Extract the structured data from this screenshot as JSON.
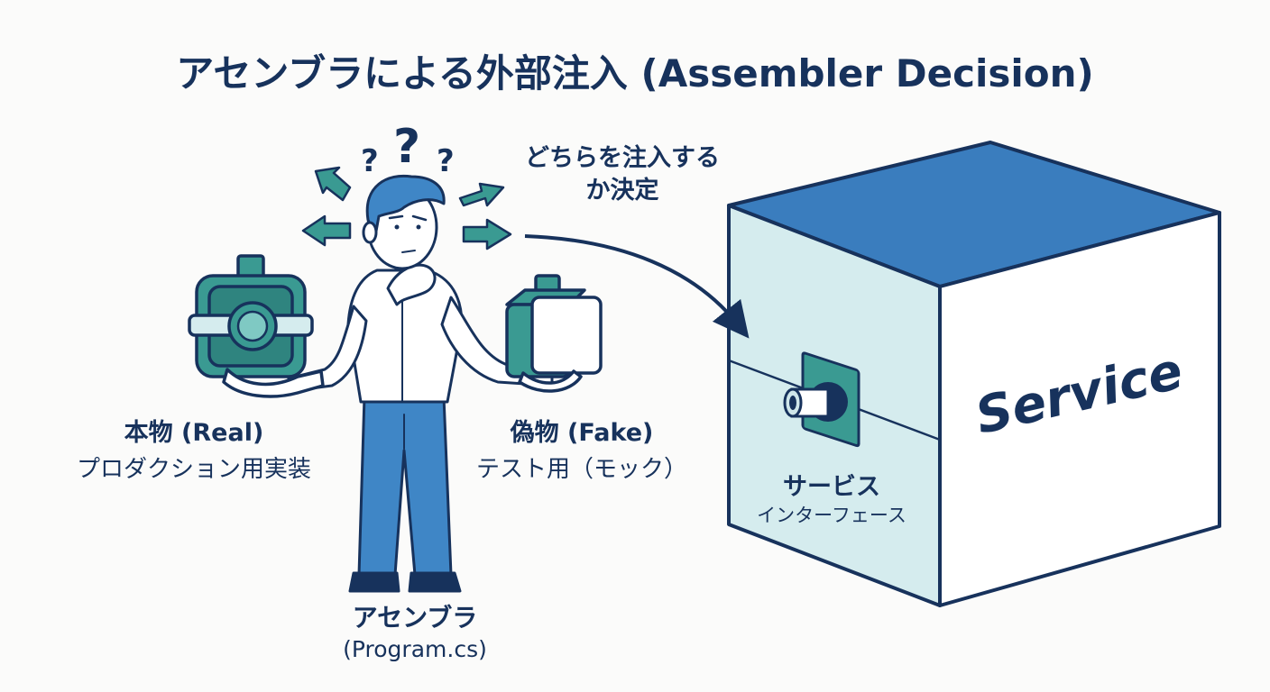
{
  "title": "アセンブラによる外部注入 (Assembler Decision)",
  "decision": {
    "line1": "どちらを注入する",
    "line2": "か決定",
    "question_marks": [
      "?",
      "?",
      "?"
    ]
  },
  "real": {
    "label": "本物 (Real)",
    "sublabel": "プロダクション用実装"
  },
  "fake": {
    "label": "偽物 (Fake)",
    "sublabel": "テスト用（モック）"
  },
  "assembler": {
    "label": "アセンブラ",
    "sublabel": "(Program.cs)"
  },
  "service": {
    "name": "Service",
    "interface_label": "サービス",
    "interface_sublabel": "インターフェース"
  },
  "colors": {
    "navy": "#17325c",
    "blue": "#3f86c6",
    "teal": "#3a9a92",
    "light_teal": "#d5ecee",
    "cube_top": "#3a7dbe"
  }
}
